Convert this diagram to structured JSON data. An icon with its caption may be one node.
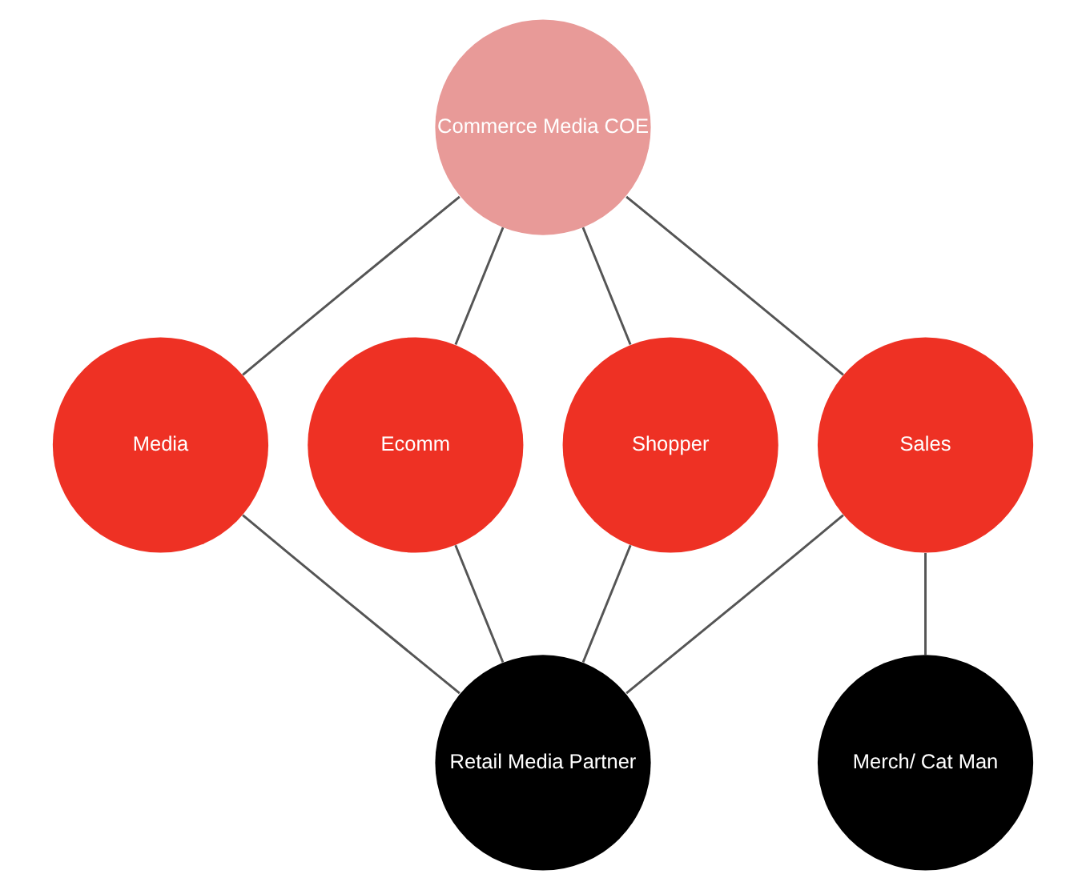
{
  "diagram": {
    "nodes": [
      {
        "text": [
          "Commerce Media COE"
        ]
      },
      {
        "text": [
          "Media"
        ]
      },
      {
        "text": [
          "Ecomm"
        ]
      },
      {
        "text": [
          "Shopper"
        ]
      },
      {
        "text": [
          "Sales"
        ]
      },
      {
        "text": [
          "Retail Media Partner"
        ]
      },
      {
        "text": [
          "Merch/ Cat Man"
        ]
      }
    ],
    "edges": [
      {
        "from": 0,
        "to": 1,
        "arrow": "none"
      },
      {
        "from": 0,
        "to": 2,
        "arrow": "none"
      },
      {
        "from": 0,
        "to": 3,
        "arrow": "none"
      },
      {
        "from": 0,
        "to": 4,
        "arrow": "none"
      },
      {
        "from": 1,
        "to": 5,
        "arrow": "none"
      },
      {
        "from": 2,
        "to": 5,
        "arrow": "none"
      },
      {
        "from": 3,
        "to": 5,
        "arrow": "none"
      },
      {
        "from": 4,
        "to": 5,
        "arrow": "none"
      },
      {
        "from": 4,
        "to": 6,
        "arrow": "none"
      }
    ]
  }
}
